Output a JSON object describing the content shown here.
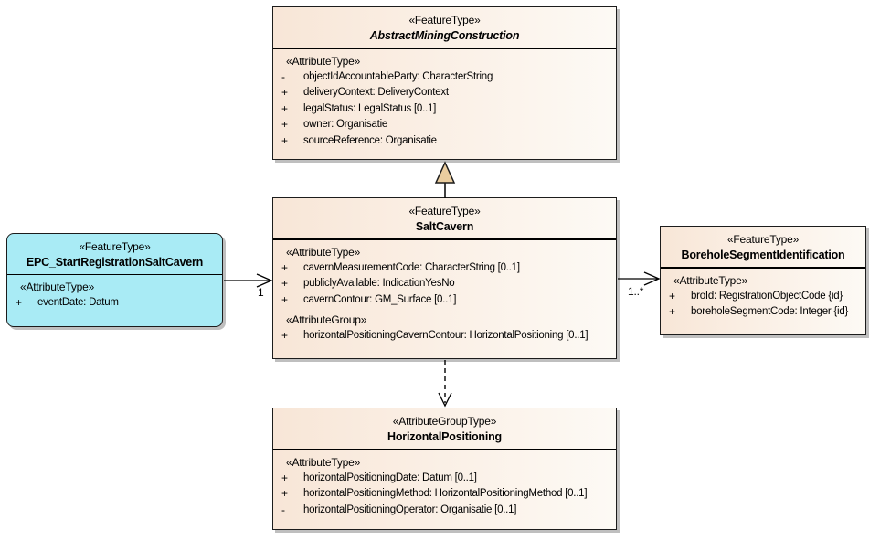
{
  "diagram": {
    "colors": {
      "box_gradient_left": "#f8e6d7",
      "box_gradient_right": "#fdfaf5",
      "event_class_fill": "#a9ebf5",
      "border": "#1c1c1c",
      "shadow": "#bfbfbf",
      "generalization_triangle_fill": "#eacd9f"
    },
    "classes": [
      {
        "id": "AbstractMiningConstruction",
        "stereotype": "«FeatureType»",
        "name": "AbstractMiningConstruction",
        "abstract": true,
        "sections": [
          {
            "stereotype": "«AttributeType»",
            "attributes": [
              {
                "visibility": "-",
                "text": "objectIdAccountableParty: CharacterString"
              },
              {
                "visibility": "+",
                "text": "deliveryContext: DeliveryContext"
              },
              {
                "visibility": "+",
                "text": "legalStatus: LegalStatus [0..1]"
              },
              {
                "visibility": "+",
                "text": "owner: Organisatie"
              },
              {
                "visibility": "+",
                "text": "sourceReference: Organisatie"
              }
            ]
          }
        ]
      },
      {
        "id": "SaltCavern",
        "stereotype": "«FeatureType»",
        "name": "SaltCavern",
        "abstract": false,
        "sections": [
          {
            "stereotype": "«AttributeType»",
            "attributes": [
              {
                "visibility": "+",
                "text": "cavernMeasurementCode: CharacterString [0..1]"
              },
              {
                "visibility": "+",
                "text": "publiclyAvailable: IndicationYesNo"
              },
              {
                "visibility": "+",
                "text": "cavernContour: GM_Surface [0..1]"
              }
            ]
          },
          {
            "stereotype": "«AttributeGroup»",
            "attributes": [
              {
                "visibility": "+",
                "text": "horizontalPositioningCavernContour: HorizontalPositioning [0..1]"
              }
            ]
          }
        ]
      },
      {
        "id": "EPC_StartRegistrationSaltCavern",
        "stereotype": "«FeatureType»",
        "name": "EPC_StartRegistrationSaltCavern",
        "abstract": false,
        "sections": [
          {
            "stereotype": "«AttributeType»",
            "attributes": [
              {
                "visibility": "+",
                "text": "eventDate: Datum"
              }
            ]
          }
        ]
      },
      {
        "id": "BoreholeSegmentIdentification",
        "stereotype": "«FeatureType»",
        "name": "BoreholeSegmentIdentification",
        "abstract": false,
        "sections": [
          {
            "stereotype": "«AttributeType»",
            "attributes": [
              {
                "visibility": "+",
                "text": "broId: RegistrationObjectCode {id}"
              },
              {
                "visibility": "+",
                "text": "boreholeSegmentCode: Integer {id}"
              }
            ]
          }
        ]
      },
      {
        "id": "HorizontalPositioning",
        "stereotype": "«AttributeGroupType»",
        "name": "HorizontalPositioning",
        "abstract": false,
        "sections": [
          {
            "stereotype": "«AttributeType»",
            "attributes": [
              {
                "visibility": "+",
                "text": "horizontalPositioningDate: Datum [0..1]"
              },
              {
                "visibility": "+",
                "text": "horizontalPositioningMethod: HorizontalPositioningMethod [0..1]"
              },
              {
                "visibility": "-",
                "text": "horizontalPositioningOperator: Organisatie [0..1]"
              }
            ]
          }
        ]
      }
    ],
    "connectors": [
      {
        "id": "generalization-saltcavern-to-abstractminingconstruction",
        "type": "generalization"
      },
      {
        "id": "dependency-saltcavern-to-horizontalpositioning",
        "type": "dependency"
      },
      {
        "id": "association-epc-to-saltcavern",
        "type": "association",
        "multiplicity": "1"
      },
      {
        "id": "association-saltcavern-to-boreholesegmentidentification",
        "type": "association",
        "multiplicity": "1..*"
      }
    ]
  }
}
